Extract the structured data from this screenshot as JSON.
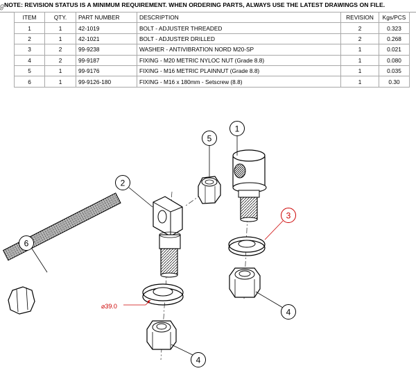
{
  "note": "NOTE:  REVISION STATUS IS A MINIMUM REQUIREMENT.  WHEN ORDERING PARTS, ALWAYS USE THE LATEST DRAWINGS ON FILE.",
  "corner_mark": "ℊ",
  "table": {
    "headers": [
      "ITEM",
      "QTY.",
      "PART NUMBER",
      "DESCRIPTION",
      "REVISION",
      "Kgs/PCS"
    ],
    "rows": [
      [
        "1",
        "1",
        "42-1019",
        "BOLT - ADJUSTER THREADED",
        "2",
        "0.323"
      ],
      [
        "2",
        "1",
        "42-1021",
        "BOLT - ADJUSTER DRILLED",
        "2",
        "0.268"
      ],
      [
        "3",
        "2",
        "99-9238",
        "WASHER - ANTIVIBRATION NORD M20-SP",
        "1",
        "0.021"
      ],
      [
        "4",
        "2",
        "99-9187",
        "FIXING - M20 METRIC NYLOC NUT (Grade 8.8)",
        "1",
        "0.080"
      ],
      [
        "5",
        "1",
        "99-9176",
        "FIXING - M16 METRIC PLAINNUT (Grade 8.8)",
        "1",
        "0.035"
      ],
      [
        "6",
        "1",
        "99-9126-180",
        "FIXING - M16 x 180mm - Setscrew (8.8)",
        "1",
        "0.30"
      ]
    ]
  },
  "drawing": {
    "callouts": {
      "c1": "1",
      "c2": "2",
      "c3": "3",
      "c4a": "4",
      "c4b": "4",
      "c5": "5",
      "c6": "6"
    },
    "dimension": "⌀39.0",
    "colors": {
      "highlight": "#cc0000",
      "line": "#000000"
    }
  }
}
